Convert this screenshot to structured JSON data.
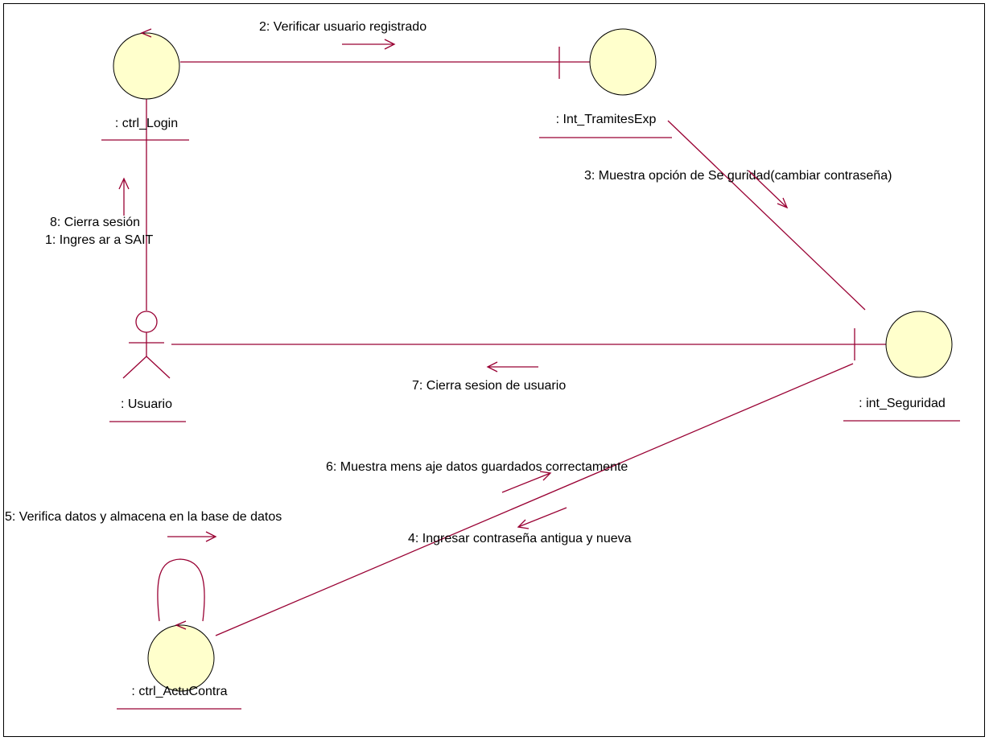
{
  "colors": {
    "link": "#990033",
    "object_fill": "#ffffcc",
    "object_stroke": "#000000",
    "background": "#ffffff"
  },
  "objects": {
    "ctrl_login": {
      "label": ": ctrl_Login",
      "kind": "control"
    },
    "int_tramites": {
      "label": ": Int_TramitesExp",
      "kind": "boundary"
    },
    "int_seguridad": {
      "label": ": int_Seguridad",
      "kind": "boundary"
    },
    "usuario": {
      "label": ": Usuario",
      "kind": "actor"
    },
    "ctrl_actucontra": {
      "label": ": ctrl_ActuContra",
      "kind": "control"
    }
  },
  "messages": {
    "m1": "1: Ingres ar a SAIT",
    "m2": "2: Verificar usuario registrado",
    "m3": "3: Muestra opción de Se guridad(cambiar contraseña)",
    "m4": "4: Ingresar contraseña antigua y nueva",
    "m5": "5: Verifica datos y almacena en la base de datos",
    "m6": "6: Muestra mens aje datos guardados correctamente",
    "m7": "7: Cierra sesion de usuario",
    "m8": "8: Cierra sesión"
  }
}
